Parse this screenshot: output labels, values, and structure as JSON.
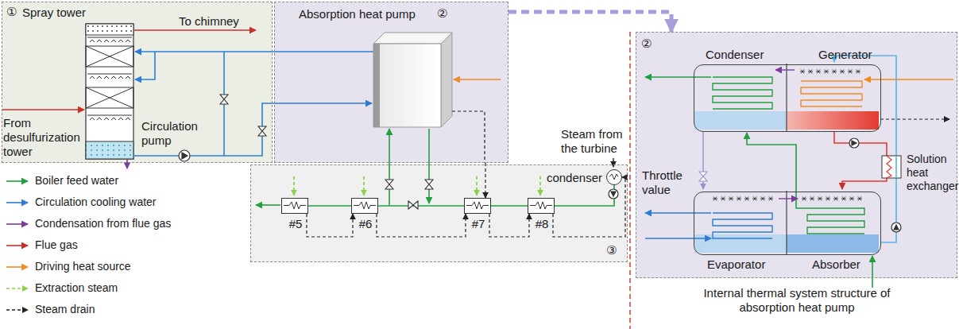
{
  "diagram": {
    "nodes": [
      {
        "text": [
          "①",
          "Spray tower"
        ]
      },
      {
        "text": [
          "Absorption heat pump",
          "②"
        ]
      },
      {
        "text": [
          "③"
        ]
      },
      {
        "text": [
          "#5"
        ],
        "in": 2
      },
      {
        "text": [
          "#6"
        ],
        "in": 2
      },
      {
        "text": [
          "#7"
        ],
        "in": 2
      },
      {
        "text": [
          "#8"
        ],
        "in": 2
      },
      {
        "text": [
          "condenser"
        ],
        "in": 2
      },
      {
        "text": [
          "②"
        ]
      },
      {
        "text": [
          "Condenser",
          "Generator"
        ],
        "in": 8
      },
      {
        "text": [
          "Evaporator",
          "Absorber"
        ],
        "in": 8
      }
    ],
    "edges": [
      {
        "from": 7,
        "to": 6,
        "arrow": "none"
      },
      {
        "from": 6,
        "to": 5,
        "arrow": "none"
      },
      {
        "from": 5,
        "to": 4,
        "arrow": "none"
      },
      {
        "from": 4,
        "to": 3,
        "arrow": "none"
      },
      {
        "from": 3,
        "to": 4,
        "arrow": "to"
      },
      {
        "from": 4,
        "to": 5,
        "arrow": "to"
      },
      {
        "from": 5,
        "to": 6,
        "arrow": "to"
      },
      {
        "from": 6,
        "to": 7,
        "arrow": "to"
      },
      {
        "from": 1,
        "to": 5,
        "arrow": "to"
      },
      {
        "from": 1,
        "to": 8,
        "arrow": "to"
      }
    ],
    "labels": [
      "To chimney",
      "From desulfurization tower",
      "Circulation pump",
      "Steam from the turbine",
      "Throttle value",
      "Solution heat exchanger",
      "Internal thermal system structure of absorption heat pump"
    ],
    "legend": [
      {
        "text": "Boiler feed water"
      },
      {
        "text": "Circulation cooling water"
      },
      {
        "text": "Condensation from flue gas"
      },
      {
        "text": "Flue gas"
      },
      {
        "text": "Driving heat source"
      },
      {
        "text": "Extraction steam"
      },
      {
        "text": "Steam drain"
      }
    ]
  }
}
